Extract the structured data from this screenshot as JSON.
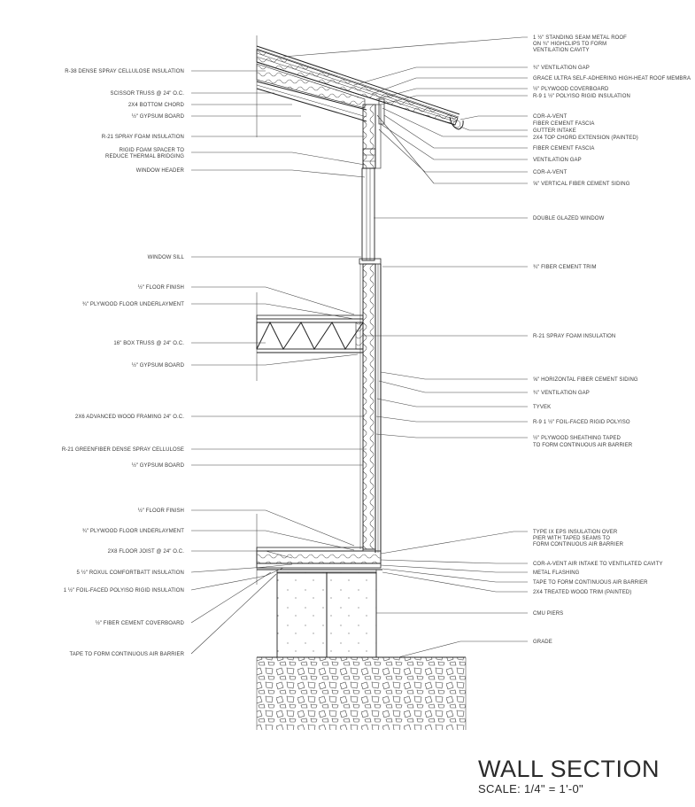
{
  "title": "WALL SECTION",
  "scale": "SCALE: 1/4\" = 1'-0\"",
  "left_labels": [
    "R-38 DENSE SPRAY CELLULOSE INSULATION",
    "SCISSOR TRUSS @ 24\" O.C.",
    "2X4 BOTTOM CHORD",
    "½\" GYPSUM BOARD",
    "R-21 SPRAY FOAM INSULATION",
    "RIGID FOAM SPACER TO",
    "REDUCE THERMAL BRIDGING",
    "WINDOW HEADER",
    "WINDOW SILL",
    "½\" FLOOR FINISH",
    "¾\" PLYWOOD FLOOR UNDERLAYMENT",
    "16\" BOX TRUSS @ 24\" O.C.",
    "½\" GYPSUM BOARD",
    "2X6 ADVANCED WOOD FRAMING 24\" O.C.",
    "R-21 GREENFIBER DENSE SPRAY CELLULOSE",
    "½\" GYPSUM BOARD",
    "½\" FLOOR FINISH",
    "¾\" PLYWOOD FLOOR UNDERLAYMENT",
    "2X8 FLOOR JOIST @ 24\" O.C.",
    "5 ½\" ROXUL COMFORTBATT INSULATION",
    "1 ½\" FOIL-FACED POLYISO RIGID INSULATION",
    "½\" FIBER CEMENT COVERBOARD",
    "TAPE TO FORM CONTINUOUS AIR BARRIER"
  ],
  "right_labels": [
    "1 ½\" STANDING SEAM METAL ROOF",
    "ON ¾\" HIGHCLIPS TO FORM",
    "VENTILATION CAVITY",
    "¾\" VENTILATION GAP",
    "GRACE ULTRA SELF-ADHERING HIGH-HEAT ROOF MEMBRA",
    "½\" PLYWOOD COVERBOARD",
    "R-9 1 ½\" POLYISO RIGID INSULATION",
    "COR-A-VENT",
    "FIBER CEMENT FASCIA",
    "GUTTER INTAKE",
    "2X4 TOP CHORD EXTENSION (PAINTED)",
    "FIBER CEMENT FASCIA",
    "VENTILATION GAP",
    "COR-A-VENT",
    "⅝\" VERTICAL FIBER CEMENT SIDING",
    "DOUBLE GLAZED WINDOW",
    "¾\" FIBER CEMENT TRIM",
    "R-21 SPRAY FOAM INSULATION",
    "⅝\" HORIZONTAL FIBER CEMENT SIDING",
    "¾\" VENTILATION GAP",
    "TYVEK",
    "R-9 1 ½\" FOIL-FACED RIGID POLYISO",
    "½\" PLYWOOD SHEATHING TAPED",
    "TO FORM CONTINUOUS AIR BARRIER",
    "TYPE IX EPS INSULATION OVER",
    "PIER WITH TAPED SEAMS TO",
    "FORM CONTINUOUS AIR BARRIER",
    "COR-A-VENT AIR INTAKE TO VENTILATED CAVITY",
    "METAL FLASHING",
    "TAPE TO FORM CONTINUOUS AIR BARRIER",
    "2X4 TREATED WOOD TRIM (PAINTED)",
    "CMU PIERS",
    "GRADE"
  ]
}
